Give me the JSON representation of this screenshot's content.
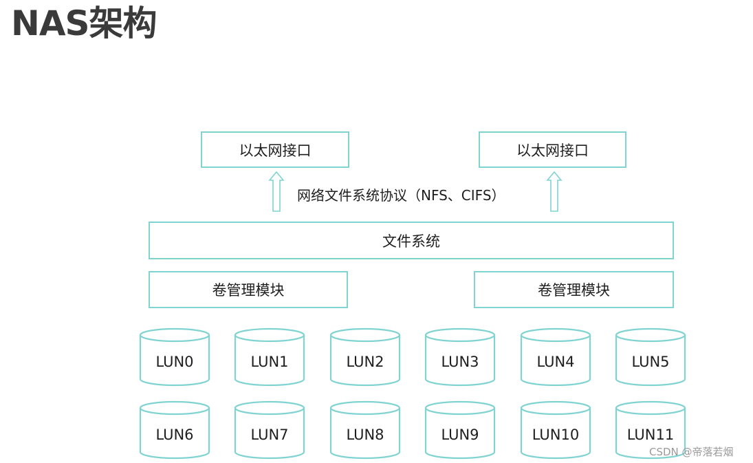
{
  "title": "NAS架构",
  "ethernet_ports": [
    "以太网接口",
    "以太网接口"
  ],
  "protocol_label": "网络文件系统协议（NFS、CIFS）",
  "file_system": "文件系统",
  "volume_modules": [
    "卷管理模块",
    "卷管理模块"
  ],
  "luns": [
    "LUN0",
    "LUN1",
    "LUN2",
    "LUN3",
    "LUN4",
    "LUN5",
    "LUN6",
    "LUN7",
    "LUN8",
    "LUN9",
    "LUN10",
    "LUN11"
  ],
  "watermark": "CSDN @帝落若烟",
  "colors": {
    "stroke": "#7fd3d0",
    "text": "#1e1e1e",
    "title": "#3a3a3a"
  }
}
